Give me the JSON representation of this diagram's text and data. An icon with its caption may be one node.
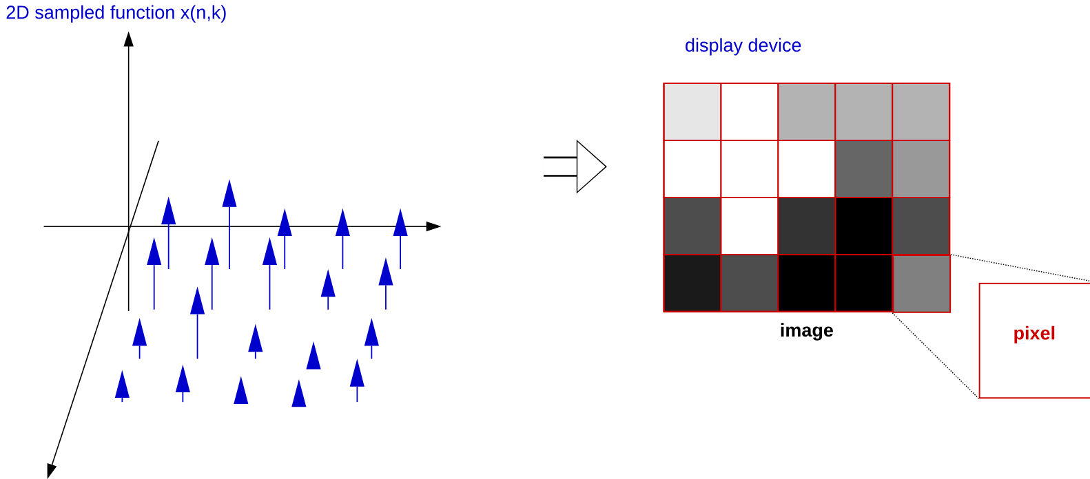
{
  "diagram": {
    "nodes": [
      {
        "text": [
          "2D sampled function x(n,k)"
        ]
      },
      {
        "text": [
          "display device"
        ],
        "beside": [
          "image"
        ]
      },
      {
        "text": [],
        "shape": "box",
        "in": 1
      },
      {
        "text": [
          "pixel"
        ]
      }
    ],
    "edges": [
      {
        "from": 2,
        "to": 3,
        "arrow": "none",
        "style": "dashed"
      },
      {
        "from": 2,
        "to": 3,
        "arrow": "none",
        "style": "dashed"
      }
    ]
  }
}
